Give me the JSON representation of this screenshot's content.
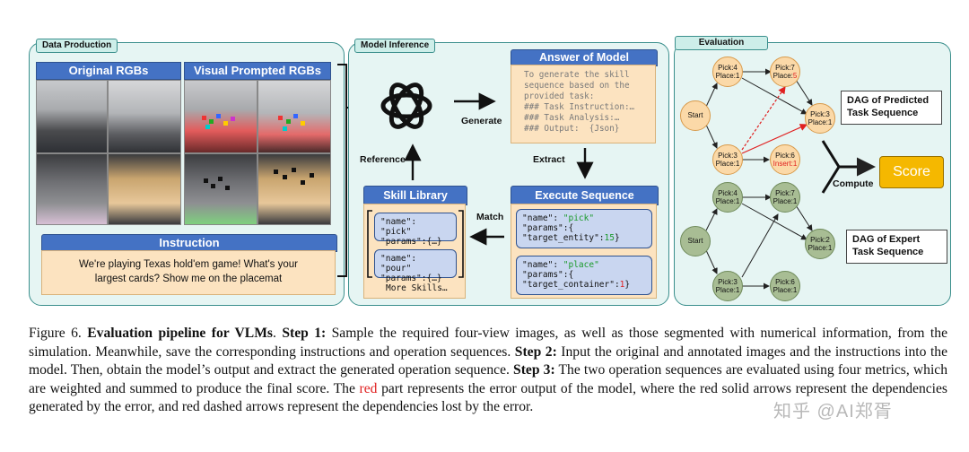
{
  "data_production": {
    "tab": "Data Production",
    "original_header": "Original RGBs",
    "prompted_header": "Visual Prompted RGBs",
    "instruction_header": "Instruction",
    "instruction_text": "We're playing Texas hold'em game! What's your largest cards? Show me on the placemat"
  },
  "model_inference": {
    "tab": "Model Inference",
    "generate_label": "Generate",
    "reference_label": "Reference",
    "extract_label": "Extract",
    "match_label": "Match",
    "answer_header": "Answer of Model",
    "answer_lines": [
      "To generate the skill",
      "sequence based on the",
      "provided task:",
      "### Task Instruction:…",
      "### Task Analysis:…",
      "### Output:  {Json}"
    ],
    "execute_header": "Execute Sequence",
    "exec1": {
      "l1": "\"name\": ",
      "v1": "\"pick\"",
      "l2": "\"params\":{",
      "l3": "\"target_entity\":",
      "v3": "15",
      "l3end": "}"
    },
    "exec2": {
      "l1": "\"name\": ",
      "v1": "\"place\"",
      "l2": "\"params\":{",
      "l3": "\"target_container\":",
      "v3": "1",
      "l3end": "}"
    },
    "skill_header": "Skill Library",
    "skill1": [
      "\"name\": \"pick\"",
      "\"params\":{…}"
    ],
    "skill2": [
      "\"name\": \"pour\"",
      "\"params\":{…}"
    ],
    "more_skills": "More Skills…"
  },
  "evaluation": {
    "tab": "Evaluation",
    "predicted_title": "DAG of Predicted Task Sequence",
    "expert_title": "DAG of Expert Task Sequence",
    "compute_label": "Compute",
    "score_label": "Score",
    "predicted_nodes": {
      "start": "Start",
      "n1": [
        "Pick:4",
        "Place:1"
      ],
      "n2": [
        "Pick:7",
        "Place:",
        "5"
      ],
      "n3": [
        "Pick:3",
        "Place:1"
      ],
      "n4": [
        "Pick:3",
        "Place:1"
      ],
      "n5": [
        "Pick:6",
        "Insert:1"
      ]
    },
    "expert_nodes": {
      "start": "Start",
      "n1": [
        "Pick:4",
        "Place:1"
      ],
      "n2": [
        "Pick:7",
        "Place:1"
      ],
      "n3": [
        "Pick:2",
        "Place:1"
      ],
      "n4": [
        "Pick:3",
        "Place:1"
      ],
      "n5": [
        "Pick:6",
        "Place:1"
      ]
    },
    "colors": {
      "error": "#e02020",
      "score_fill": "#f5b800",
      "orange_node": "#fbd9a8",
      "green_node": "#a8bd94"
    }
  },
  "caption": {
    "fig": "Figure 6. ",
    "title": "Evaluation pipeline for VLMs",
    "after_title": ".  ",
    "s1": "Step 1:",
    "t1": " Sample the required four-view images, as well as those segmented with numerical information, from the simulation. Meanwhile, save the corresponding instructions and operation sequences. ",
    "s2": "Step 2:",
    "t2": " Input the original and annotated images and the instructions into the model. Then, obtain the model’s output and extract the generated operation sequence. ",
    "s3": "Step 3:",
    "t3": " The two operation sequences are evaluated using four metrics, which are weighted and summed to produce the final score. The ",
    "red": "red",
    "t4": " part represents the error output of the model, where the red solid arrows represent the dependencies generated by the error, and red dashed arrows represent the dependencies lost by the error."
  },
  "watermark": "知乎 @AI郑胥"
}
